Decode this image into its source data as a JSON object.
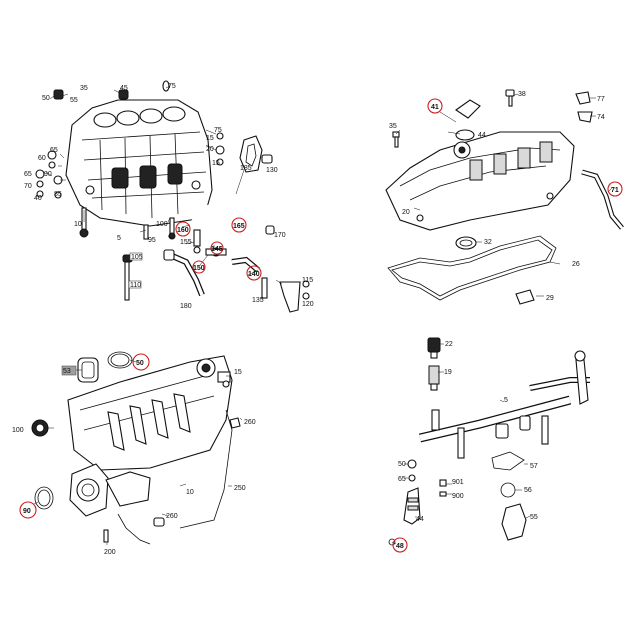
{
  "panels": {
    "engine_block": {
      "labels": [
        "75",
        "35",
        "45",
        "50",
        "55",
        "65",
        "60",
        "65",
        "90",
        "70",
        "85",
        "40",
        "10",
        "5",
        "100",
        "95",
        "75",
        "185",
        "15",
        "20",
        "15",
        "130",
        "165",
        "160",
        "155",
        "145",
        "150",
        "140",
        "170",
        "105",
        "110",
        "180",
        "135",
        "115",
        "120"
      ],
      "highlighted": [
        "160",
        "165",
        "145",
        "150",
        "140"
      ],
      "boxed": [
        "105",
        "110"
      ]
    },
    "valve_cover": {
      "labels": [
        "38",
        "77",
        "74",
        "41",
        "44",
        "35",
        "71",
        "20",
        "32",
        "26",
        "29"
      ],
      "highlighted": [
        "41",
        "71"
      ]
    },
    "intake_manifold": {
      "labels": [
        "53",
        "50",
        "15",
        "100",
        "260",
        "90",
        "10",
        "250",
        "260",
        "200"
      ],
      "highlighted": [
        "50",
        "90"
      ],
      "boxed": [
        "53"
      ]
    },
    "fuel_rail": {
      "labels": [
        "22",
        "19",
        "5",
        "50",
        "57",
        "65",
        "901",
        "900",
        "56",
        "44",
        "55",
        "48"
      ],
      "highlighted": [
        "48"
      ]
    }
  }
}
